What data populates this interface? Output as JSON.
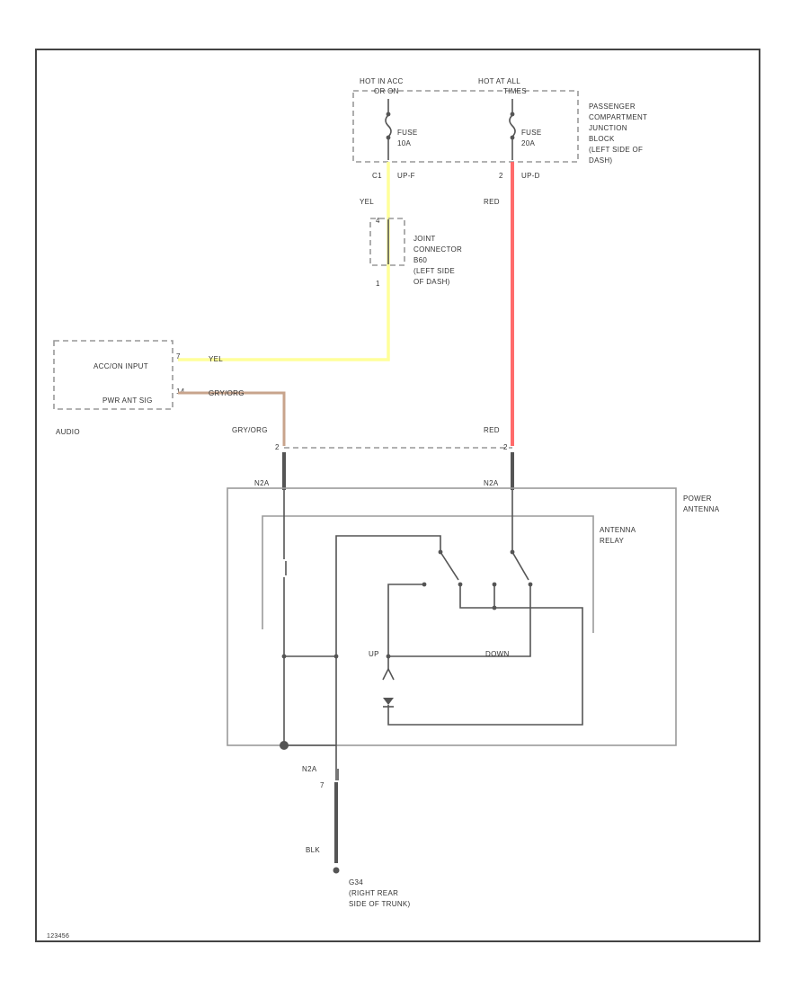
{
  "junction_block": {
    "hot_in_run_label": "HOT IN ACC",
    "hot_in_run_sub": "OR ON",
    "hot_at_all_label": "HOT AT ALL",
    "hot_at_all_sub": "TIMES",
    "name_lines": [
      "PASSENGER",
      "COMPARTMENT",
      "JUNCTION",
      "BLOCK",
      "(LEFT SIDE OF",
      "DASH)"
    ],
    "fuse_a_label": "FUSE",
    "fuse_a_rating": "10A",
    "fuse_b_label": "FUSE",
    "fuse_b_rating": "20A",
    "pin_a": "C1",
    "conn_a": "UP-F",
    "pin_b": "2",
    "conn_b": "UP-D"
  },
  "joint_connector": {
    "name_lines": [
      "JOINT",
      "CONNECTOR",
      "B60",
      "(LEFT SIDE",
      "OF DASH)"
    ],
    "pin_top": "4",
    "pin_bottom": "1"
  },
  "audio": {
    "label": "AUDIO",
    "line1": "ACC/ON INPUT",
    "line2": "PWR ANT SIG",
    "pin1": "7",
    "pin2": "14"
  },
  "wires": {
    "yel_top": "YEL",
    "red_top": "RED",
    "yel_audio": "YEL",
    "gry_org_audio": "GRY/ORG",
    "gry_org_conn": "GRY/ORG",
    "red_conn": "RED",
    "blk": "BLK",
    "pin_left": "2",
    "pin_right": "2"
  },
  "power_antenna": {
    "name_lines": [
      "POWER",
      "ANTENNA"
    ],
    "conn_left": "N2A",
    "conn_right": "N2A",
    "relay_lines": [
      "ANTENNA",
      "RELAY"
    ],
    "up_label": "UP",
    "down_label": "DOWN"
  },
  "ground": {
    "conn": "N2A",
    "pin": "7",
    "name": "G34",
    "location_lines": [
      "(RIGHT REAR",
      "SIDE OF TRUNK)"
    ]
  },
  "footer": {
    "code": "123456"
  },
  "colors": {
    "yellow_wire": "#ffff9a",
    "red_wire": "#ff6b6b",
    "gry_org_wire": "#c8a48c",
    "line": "#555555"
  }
}
